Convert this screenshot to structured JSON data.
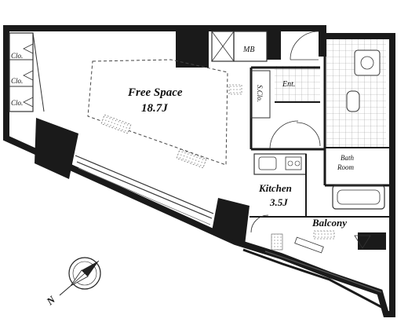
{
  "rooms": {
    "free_space": {
      "name": "Free Space",
      "area": "18.7J"
    },
    "kitchen": {
      "name": "Kitchen",
      "area": "3.5J"
    },
    "bath": {
      "line1": "Bath",
      "line2": "Room"
    },
    "balcony": {
      "name": "Balcony"
    },
    "entrance": {
      "name": "Ent."
    },
    "shoe_closet": {
      "name": "S.Clo."
    },
    "meter_box": {
      "name": "MB"
    },
    "closets": [
      "Clo.",
      "Clo.",
      "Clo."
    ]
  },
  "compass": {
    "label": "N"
  },
  "colors": {
    "wall": "#1a1a1a",
    "line": "#333333",
    "floor": "#ffffff"
  }
}
